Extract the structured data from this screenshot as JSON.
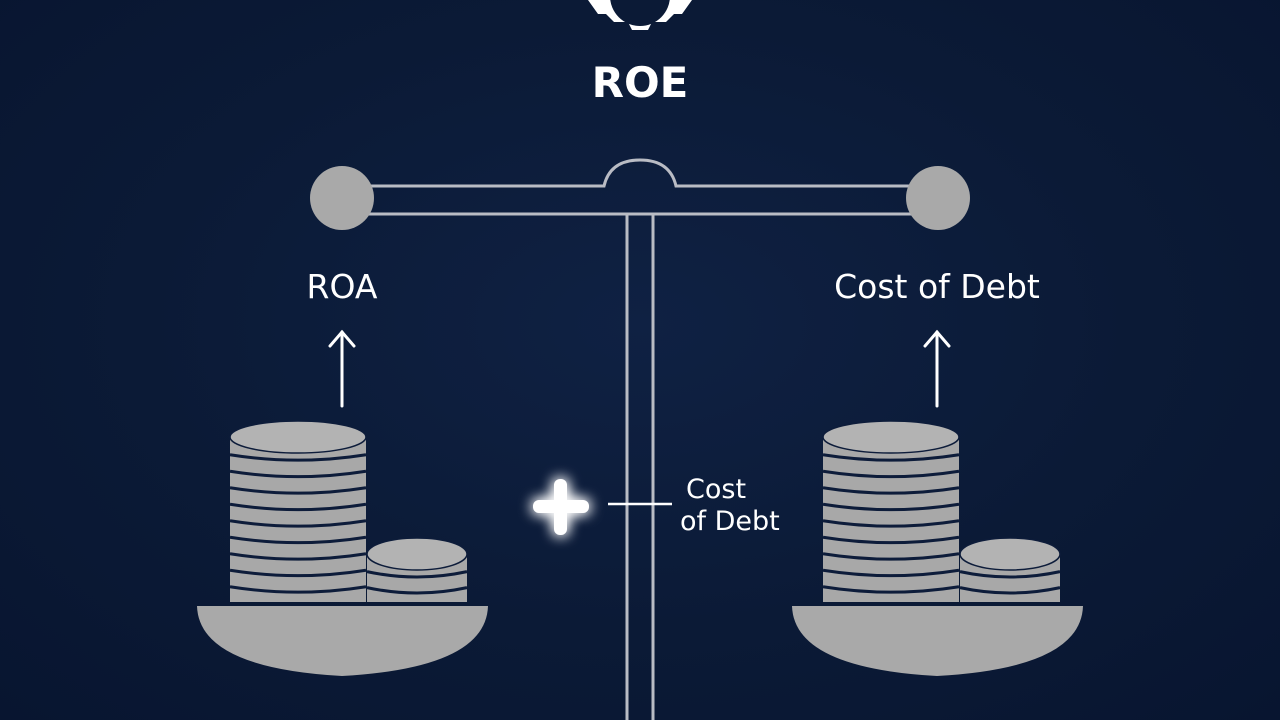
{
  "diagram": {
    "title": "ROE",
    "left_pan": {
      "label": "ROA",
      "arrow": "up"
    },
    "right_pan": {
      "label": "Cost of Debt",
      "arrow": "up"
    },
    "center": {
      "symbol": "+",
      "label_line1": "Cost",
      "label_line2": "of Debt"
    },
    "icons": [
      "gear-icon",
      "plus-icon",
      "up-arrow-icon",
      "coin-stack-icon",
      "balance-scale-icon"
    ],
    "colors": {
      "background": "#0b1a36",
      "scale_gray": "#a8a8a8",
      "coin_stripe": "#0d1c3a",
      "text": "#ffffff",
      "glow": "#7fb6ff"
    }
  }
}
